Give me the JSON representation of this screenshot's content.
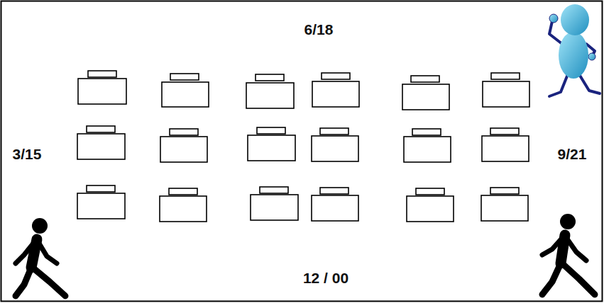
{
  "diagram": {
    "labels": [
      "6/18",
      "3/15",
      "9/21",
      "12 / 00"
    ]
  }
}
